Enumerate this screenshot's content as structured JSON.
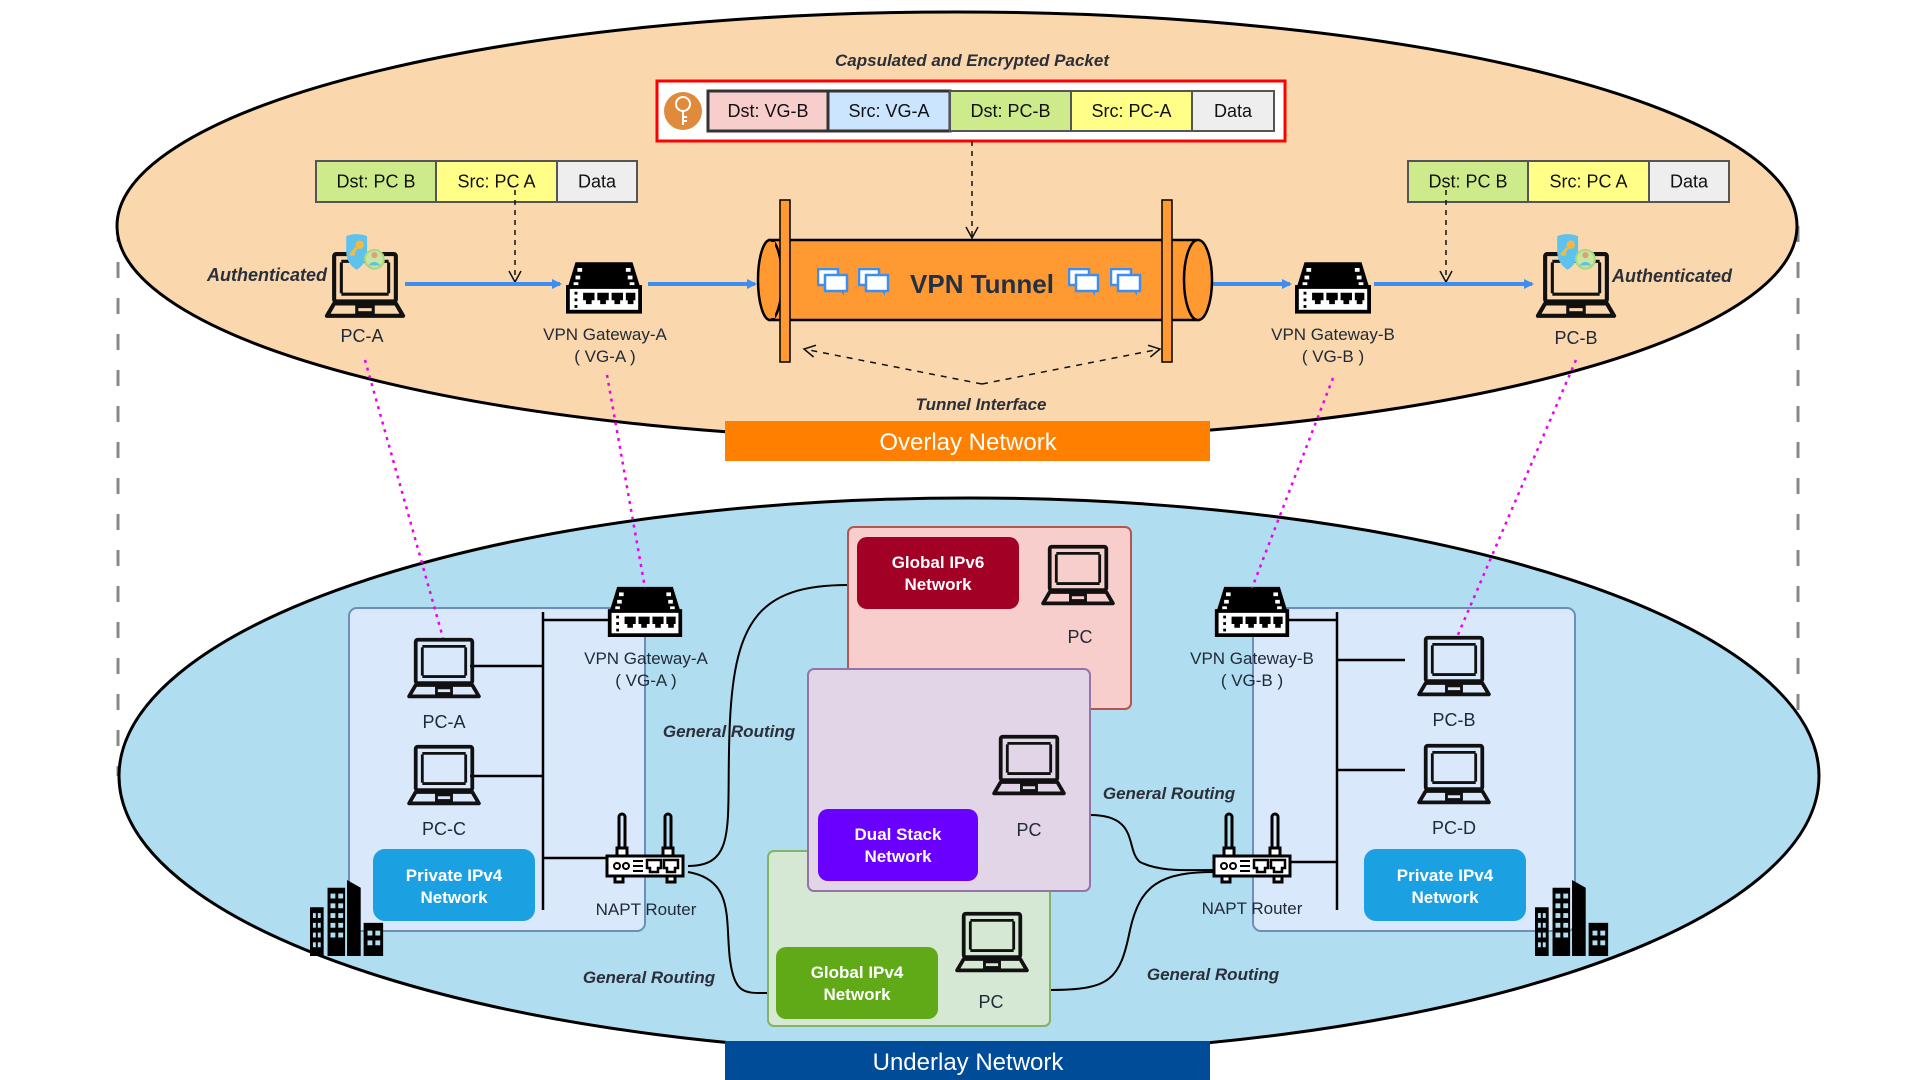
{
  "overlay": {
    "title": "Overlay Network",
    "encrypted_packet": {
      "caption": "Capsulated and Encrypted Packet",
      "icon": "key-icon",
      "fields": [
        {
          "label": "Dst: VG-B",
          "color": "#f8cecc"
        },
        {
          "label": "Src: VG-A",
          "color": "#cce5ff"
        },
        {
          "label": "Dst: PC-B",
          "color": "#cdeb8b"
        },
        {
          "label": "Src: PC-A",
          "color": "#ffff88"
        },
        {
          "label": "Data",
          "color": "#eeeeee"
        }
      ]
    },
    "packet_left": {
      "fields": [
        {
          "label": "Dst: PC B",
          "color": "#cdeb8b"
        },
        {
          "label": "Src: PC A",
          "color": "#ffff88"
        },
        {
          "label": "Data",
          "color": "#eeeeee"
        }
      ]
    },
    "packet_right": {
      "fields": [
        {
          "label": "Dst: PC B",
          "color": "#cdeb8b"
        },
        {
          "label": "Src: PC A",
          "color": "#ffff88"
        },
        {
          "label": "Data",
          "color": "#eeeeee"
        }
      ]
    },
    "pc_a": {
      "label": "PC-A",
      "status": "Authenticated"
    },
    "pc_b": {
      "label": "PC-B",
      "status": "Authenticated"
    },
    "gateway_a": {
      "label": "VPN Gateway-A",
      "sub": "( VG-A )"
    },
    "gateway_b": {
      "label": "VPN Gateway-B",
      "sub": "( VG-B )"
    },
    "tunnel": {
      "label": "VPN Tunnel",
      "interface_label": "Tunnel Interface"
    }
  },
  "underlay": {
    "title": "Underlay Network",
    "site_left": {
      "network_label_1": "Private IPv4",
      "network_label_2": "Network",
      "pcs": [
        "PC-A",
        "PC-C"
      ],
      "gateway": {
        "label": "VPN Gateway-A",
        "sub": "( VG-A )"
      },
      "router": "NAPT Router"
    },
    "site_right": {
      "network_label_1": "Private IPv4",
      "network_label_2": "Network",
      "pcs": [
        "PC-B",
        "PC-D"
      ],
      "gateway": {
        "label": "VPN Gateway-B",
        "sub": "( VG-B )"
      },
      "router": "NAPT Router"
    },
    "ipv6": {
      "label_1": "Global IPv6",
      "label_2": "Network",
      "pc": "PC"
    },
    "dual": {
      "label_1": "Dual Stack",
      "label_2": "Network",
      "pc": "PC"
    },
    "ipv4": {
      "label_1": "Global IPv4",
      "label_2": "Network",
      "pc": "PC"
    },
    "routing_label": "General Routing"
  },
  "colors": {
    "overlay_fill": "#fad7ac",
    "overlay_title_bg": "#ff8000",
    "underlay_fill": "#b1ddf0",
    "underlay_title_bg": "#004c99",
    "tunnel": "#ff9a33",
    "flow_arrow": "#3d8ef0",
    "mapping_line": "#ee00ee",
    "private_badge": "#1ba1e2",
    "ipv6_badge": "#a20025",
    "dual_badge": "#6a00ff",
    "ipv4_badge": "#60a917"
  }
}
